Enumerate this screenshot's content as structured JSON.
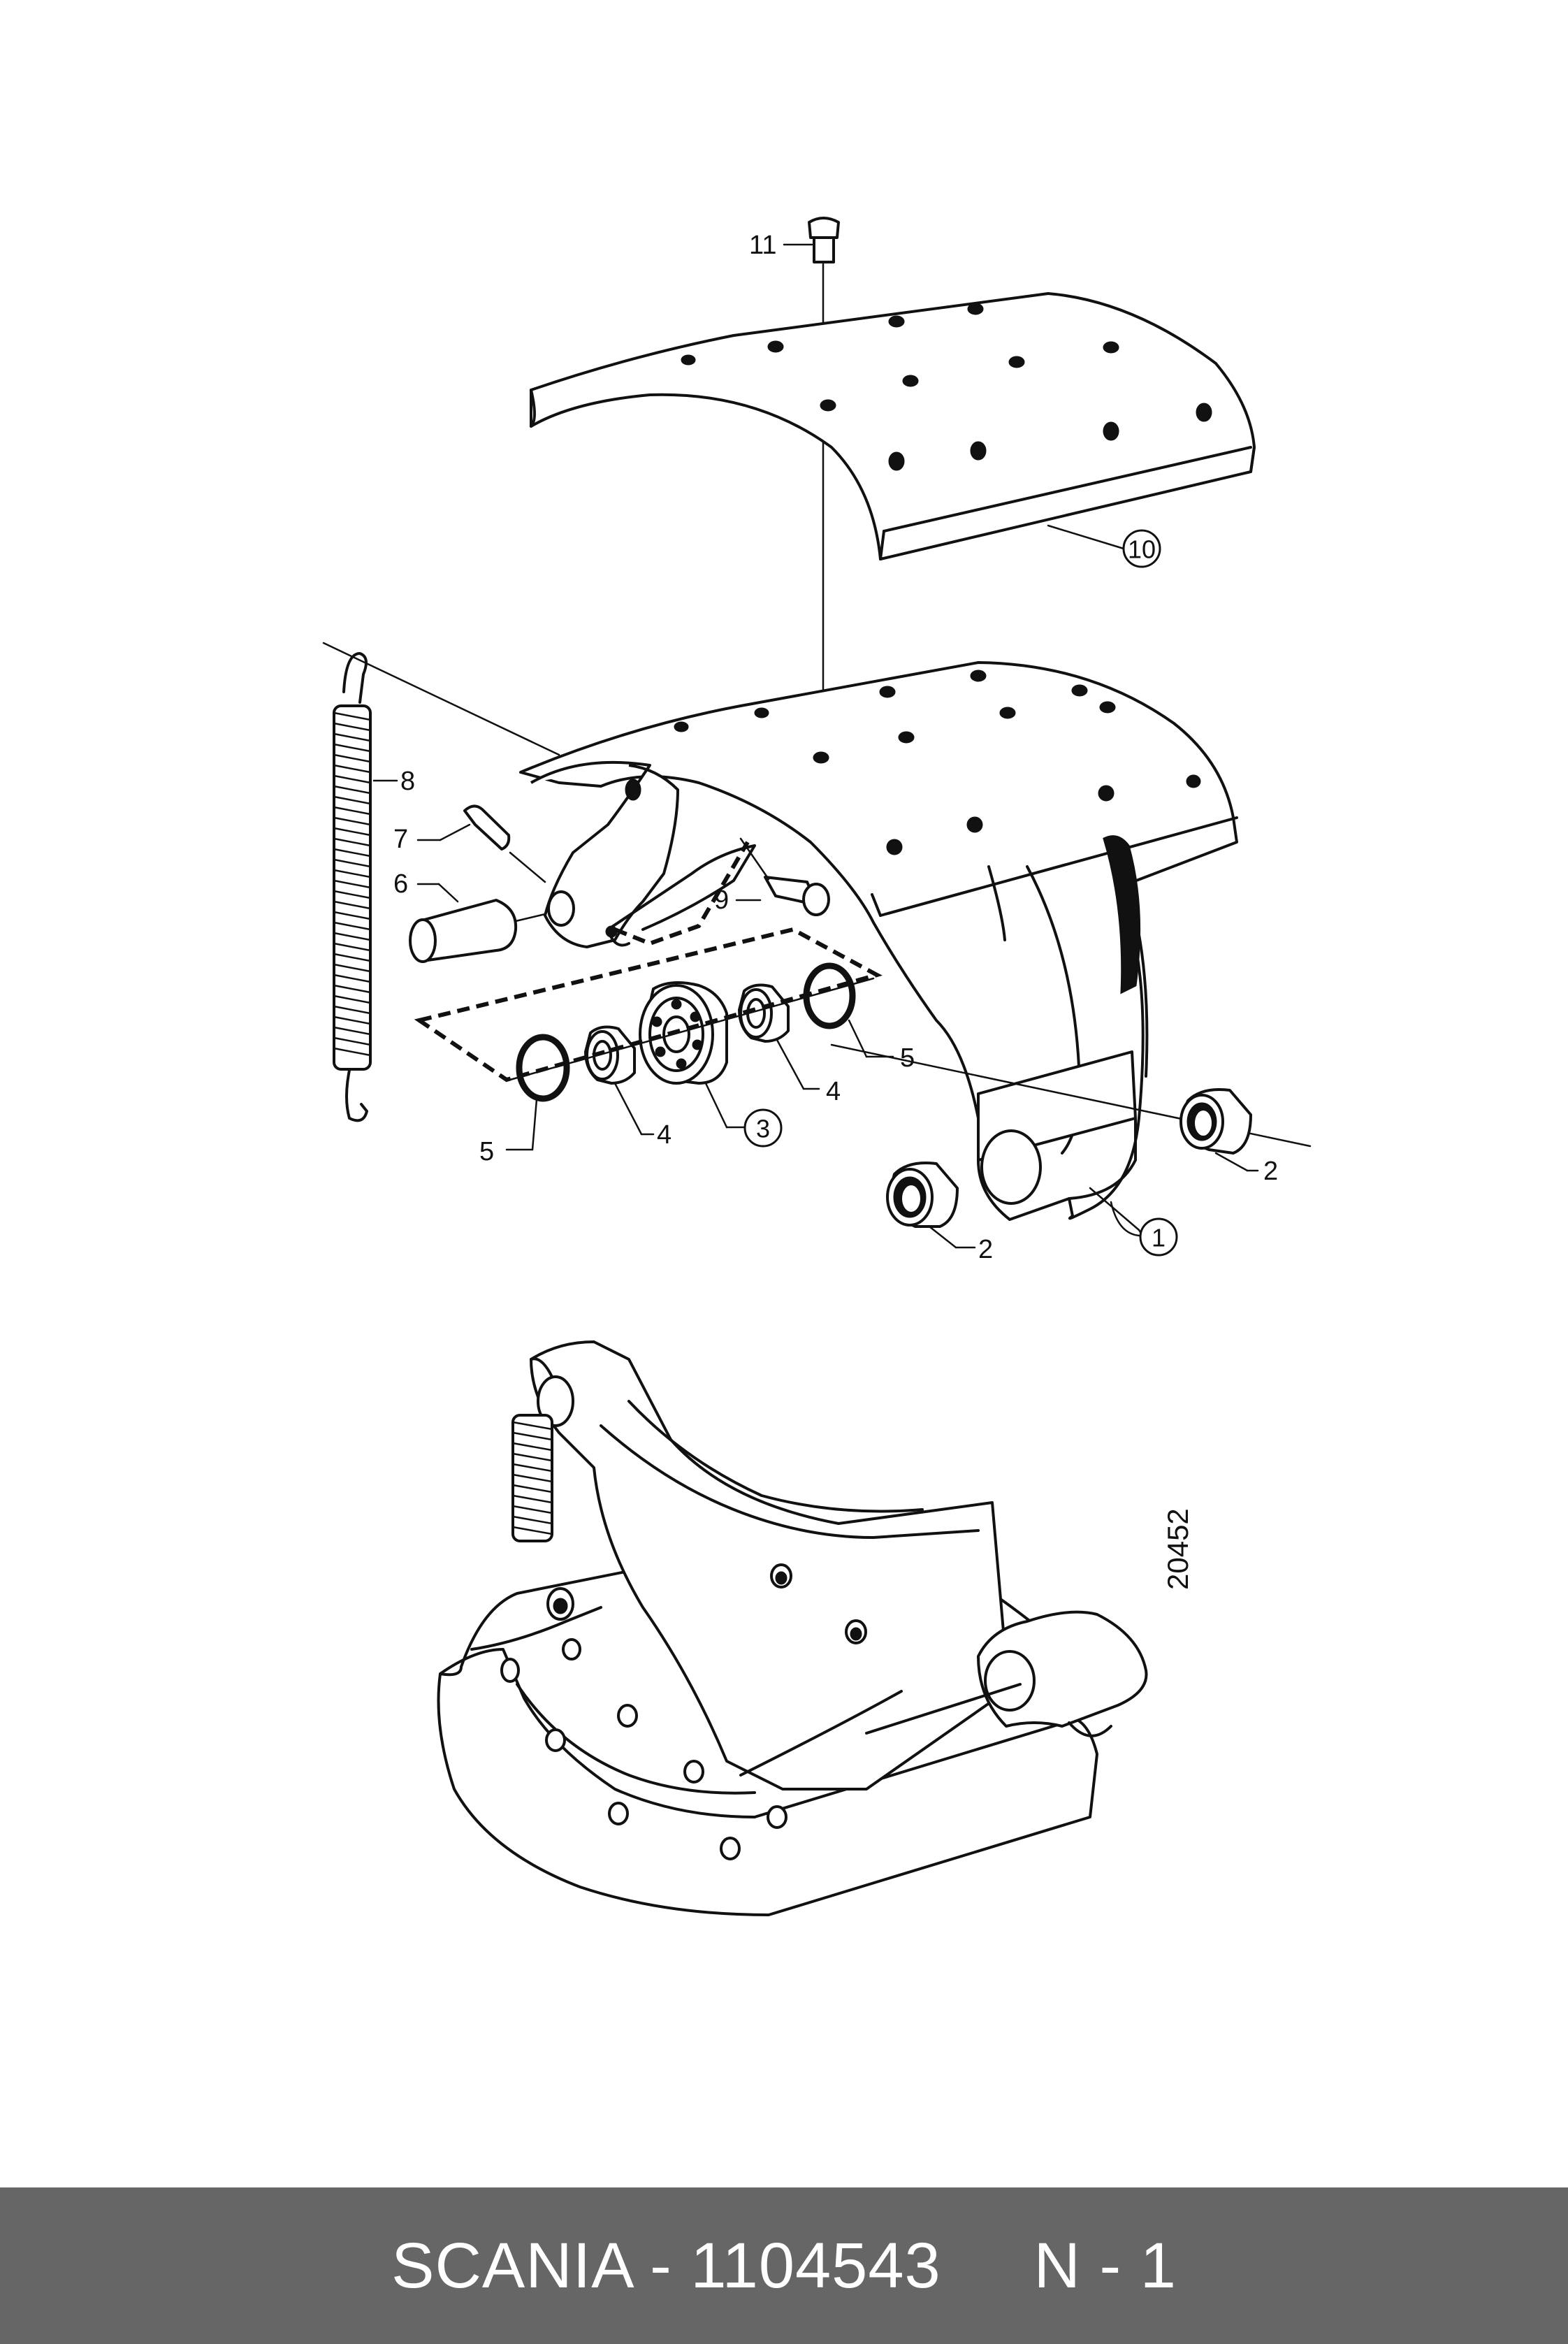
{
  "diagram": {
    "callouts": [
      "1",
      "2",
      "2",
      "3",
      "4",
      "4",
      "5",
      "5",
      "6",
      "7",
      "8",
      "9",
      "10",
      "11"
    ],
    "circled_callouts": [
      "1",
      "3",
      "10"
    ],
    "drawing_number": "20452"
  },
  "footer": {
    "brand": "SCANIA",
    "part_number": "1104543",
    "separator": " - ",
    "gap": "     ",
    "suffix": "N - 1",
    "background": "#666666",
    "text_color": "#ffffff"
  }
}
